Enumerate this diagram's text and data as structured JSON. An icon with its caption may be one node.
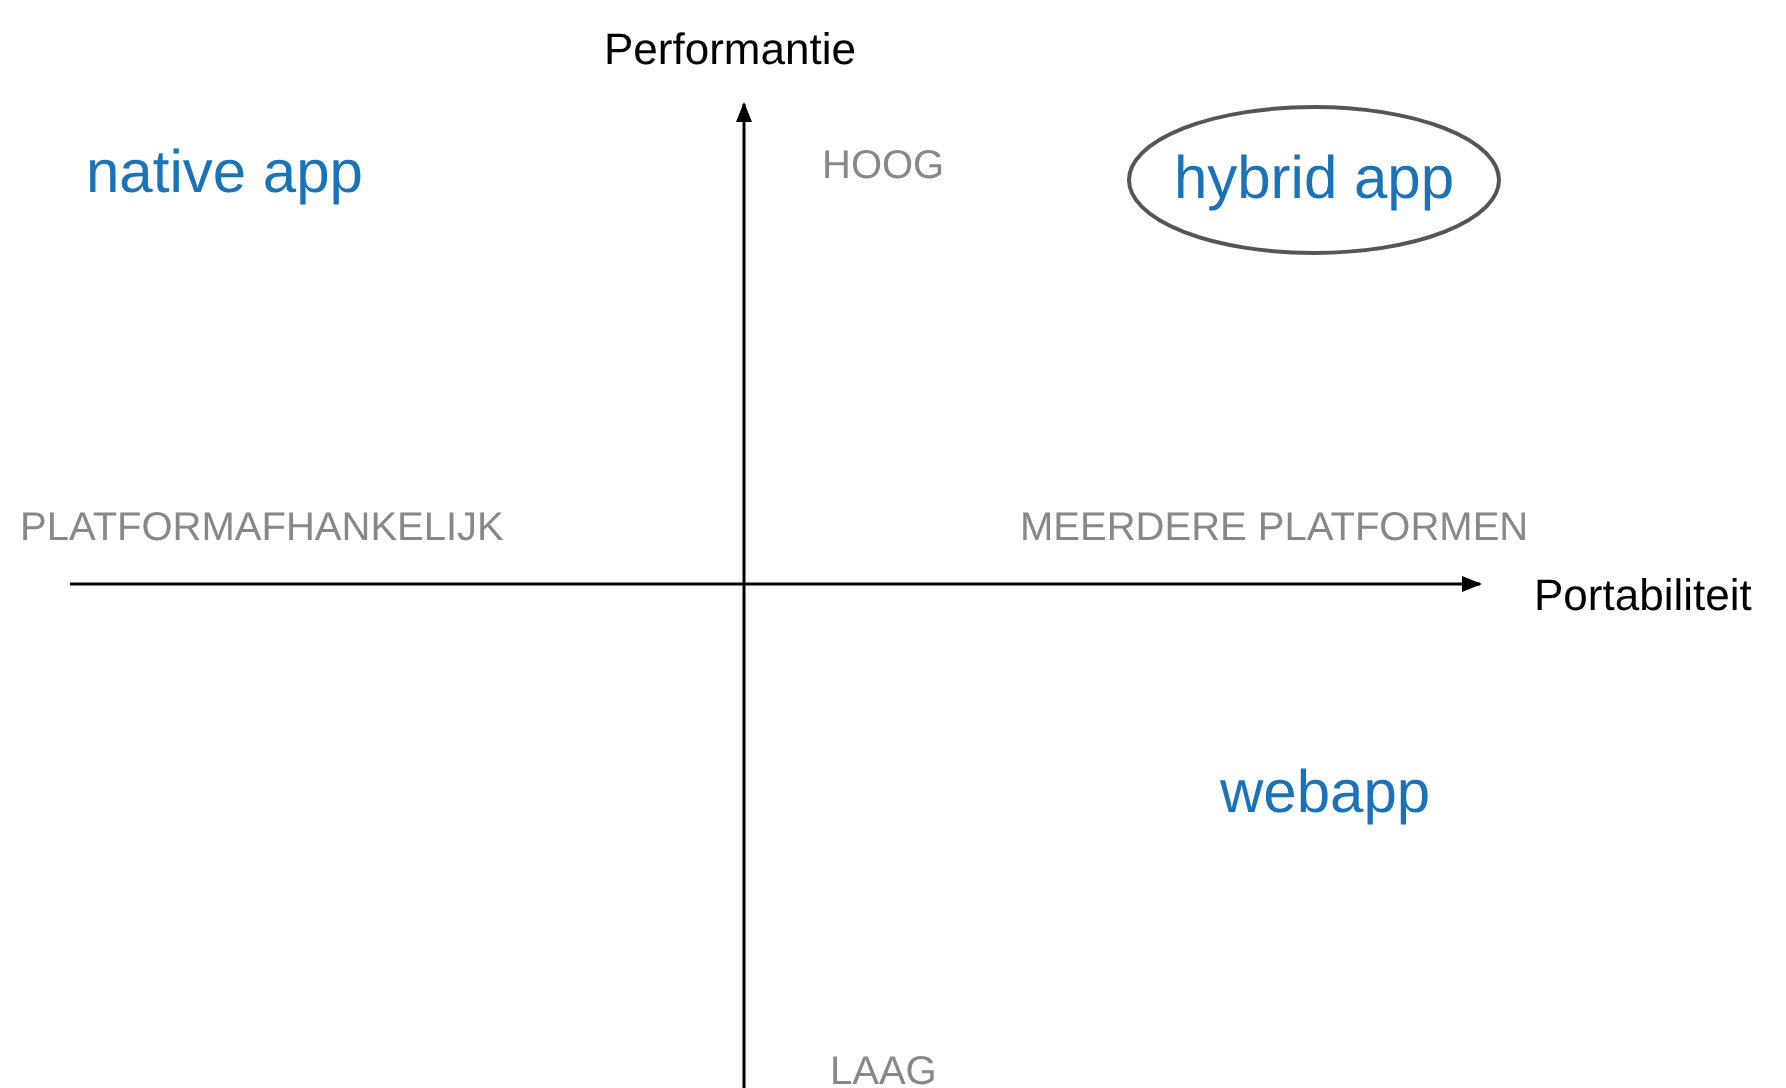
{
  "diagram": {
    "nodes": [
      {
        "text": [
          "hybrid app"
        ]
      }
    ],
    "labels": [
      "Performantie",
      "native app",
      "HOOG",
      "PLATFORMAFHANKELIJK",
      "MEERDERE PLATFORMEN",
      "Portabiliteit",
      "webapp",
      "LAAG"
    ]
  }
}
